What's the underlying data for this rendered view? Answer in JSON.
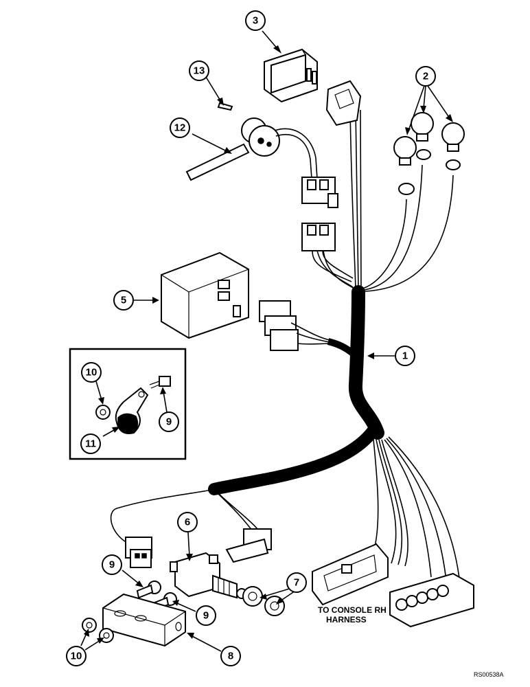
{
  "callouts": [
    {
      "id": "c1",
      "label": "1"
    },
    {
      "id": "c2",
      "label": "2"
    },
    {
      "id": "c3",
      "label": "3"
    },
    {
      "id": "c5",
      "label": "5"
    },
    {
      "id": "c6",
      "label": "6"
    },
    {
      "id": "c7",
      "label": "7"
    },
    {
      "id": "c8",
      "label": "8"
    },
    {
      "id": "c9a",
      "label": "9"
    },
    {
      "id": "c9b",
      "label": "9"
    },
    {
      "id": "c9c",
      "label": "9"
    },
    {
      "id": "c10a",
      "label": "10"
    },
    {
      "id": "c10b",
      "label": "10"
    },
    {
      "id": "c11",
      "label": "11"
    },
    {
      "id": "c12",
      "label": "12"
    },
    {
      "id": "c13",
      "label": "13"
    }
  ],
  "note": {
    "line1": "TO CONSOLE RH",
    "line2": "HARNESS"
  },
  "reference_code": "RS00538A"
}
